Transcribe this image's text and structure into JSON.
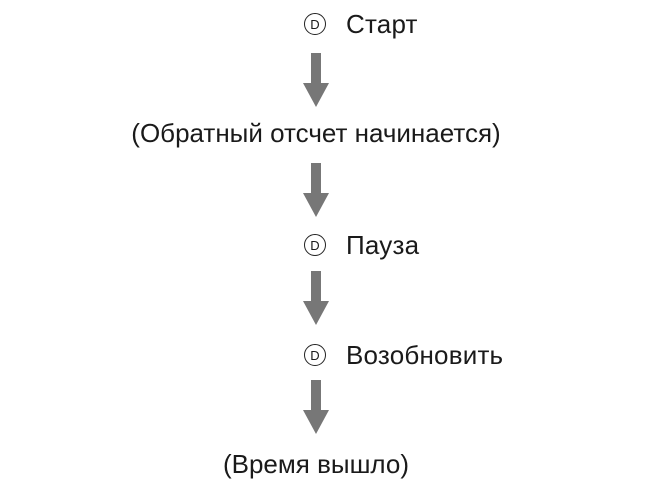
{
  "diagram": {
    "steps": [
      {
        "icon_glyph": "D",
        "icon_name": "button-d-icon",
        "label": "Старт"
      },
      {
        "status": "(Обратный отсчет начинается)"
      },
      {
        "icon_glyph": "D",
        "icon_name": "button-d-icon",
        "label": "Пауза"
      },
      {
        "icon_glyph": "D",
        "icon_name": "button-d-icon",
        "label": "Возобновить"
      },
      {
        "status": "(Время вышло)"
      }
    ],
    "arrow_color": "#777777"
  }
}
